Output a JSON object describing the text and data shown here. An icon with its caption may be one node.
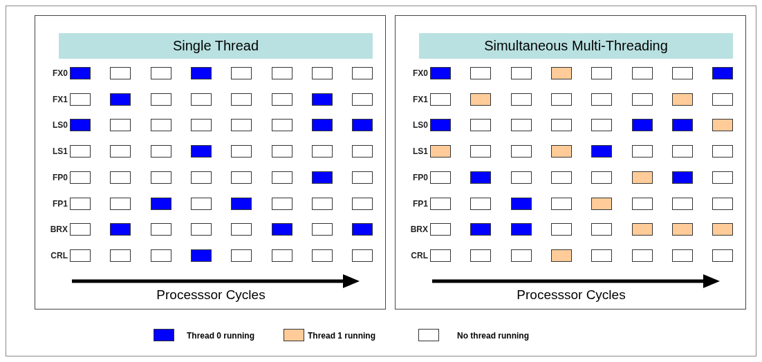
{
  "diagram": {
    "nodes": [
      {
        "text": [
          "Processsor Cycles"
        ]
      },
      {
        "text": [
          "Single Thread"
        ],
        "in": 0
      },
      {
        "text": [],
        "shape": "box",
        "in": 0
      },
      {
        "text": [],
        "shape": "box",
        "in": 0
      },
      {
        "text": [],
        "shape": "box",
        "in": 0
      },
      {
        "text": [],
        "shape": "box",
        "in": 0
      },
      {
        "text": [],
        "shape": "box",
        "in": 0
      },
      {
        "text": [],
        "shape": "box",
        "in": 0
      },
      {
        "text": [],
        "shape": "box",
        "in": 0
      },
      {
        "text": [],
        "shape": "box",
        "in": 0
      },
      {
        "text": [],
        "shape": "box",
        "in": 0
      },
      {
        "text": [],
        "shape": "box",
        "in": 0
      },
      {
        "text": [],
        "shape": "box",
        "in": 0
      },
      {
        "text": [],
        "shape": "box",
        "in": 0
      },
      {
        "text": [],
        "shape": "box",
        "in": 0
      },
      {
        "text": [],
        "shape": "box",
        "in": 0
      },
      {
        "text": [],
        "shape": "box",
        "in": 0
      },
      {
        "text": [],
        "shape": "box",
        "in": 0
      },
      {
        "text": [],
        "shape": "box",
        "in": 0
      },
      {
        "text": [],
        "shape": "box",
        "in": 0
      },
      {
        "text": [],
        "shape": "box",
        "in": 0
      },
      {
        "text": [],
        "shape": "box",
        "in": 0
      },
      {
        "text": [],
        "shape": "box",
        "in": 0
      },
      {
        "text": [],
        "shape": "box",
        "in": 0
      },
      {
        "text": [],
        "shape": "box",
        "in": 0
      },
      {
        "text": [],
        "shape": "box",
        "in": 0
      },
      {
        "text": [],
        "shape": "box",
        "in": 0
      },
      {
        "text": [],
        "shape": "box",
        "in": 0
      },
      {
        "text": [],
        "shape": "box",
        "in": 0
      },
      {
        "text": [],
        "shape": "box",
        "in": 0
      },
      {
        "text": [],
        "shape": "box",
        "in": 0
      },
      {
        "text": [],
        "shape": "box",
        "in": 0
      },
      {
        "text": [],
        "shape": "box",
        "in": 0
      },
      {
        "text": [],
        "shape": "box",
        "in": 0
      },
      {
        "text": [],
        "shape": "box",
        "in": 0
      },
      {
        "text": [],
        "shape": "box",
        "in": 0
      },
      {
        "text": [],
        "shape": "box",
        "in": 0
      },
      {
        "text": [],
        "shape": "box",
        "in": 0
      },
      {
        "text": [],
        "shape": "box",
        "in": 0
      },
      {
        "text": [],
        "shape": "box",
        "in": 0
      },
      {
        "text": [],
        "shape": "box",
        "in": 0
      },
      {
        "text": [],
        "shape": "box",
        "in": 0
      },
      {
        "text": [],
        "shape": "box",
        "in": 0
      },
      {
        "text": [],
        "shape": "box",
        "in": 0
      },
      {
        "text": [],
        "shape": "box",
        "in": 0
      },
      {
        "text": [],
        "shape": "box",
        "in": 0
      },
      {
        "text": [],
        "shape": "box",
        "in": 0
      },
      {
        "text": [],
        "shape": "box",
        "in": 0
      },
      {
        "text": [],
        "shape": "box",
        "in": 0
      },
      {
        "text": [],
        "shape": "box",
        "in": 0
      },
      {
        "text": [],
        "shape": "box",
        "in": 0
      },
      {
        "text": [],
        "shape": "box",
        "in": 0
      },
      {
        "text": [],
        "shape": "box",
        "in": 0
      },
      {
        "text": [],
        "shape": "box",
        "in": 0
      },
      {
        "text": [],
        "shape": "box",
        "in": 0
      },
      {
        "text": [],
        "shape": "box",
        "in": 0
      },
      {
        "text": [],
        "shape": "box",
        "in": 0
      },
      {
        "text": [],
        "shape": "box",
        "in": 0
      },
      {
        "text": [],
        "shape": "box",
        "in": 0
      },
      {
        "text": [],
        "shape": "box",
        "in": 0
      },
      {
        "text": [],
        "shape": "box",
        "in": 0
      },
      {
        "text": [],
        "shape": "box",
        "in": 0
      },
      {
        "text": [],
        "shape": "box",
        "in": 0
      },
      {
        "text": [],
        "shape": "box",
        "in": 0
      },
      {
        "text": [],
        "shape": "box",
        "in": 0
      },
      {
        "text": [],
        "shape": "box",
        "in": 0
      },
      {
        "text": [
          "Processsor Cycles"
        ]
      },
      {
        "text": [
          "Simultaneous Multi-Threading"
        ],
        "in": 66
      },
      {
        "text": [],
        "shape": "box",
        "in": 66
      },
      {
        "text": [],
        "shape": "box",
        "in": 66
      },
      {
        "text": [],
        "shape": "box",
        "in": 66
      },
      {
        "text": [],
        "shape": "box",
        "in": 66
      },
      {
        "text": [],
        "shape": "box",
        "in": 66
      },
      {
        "text": [],
        "shape": "box",
        "in": 66
      },
      {
        "text": [],
        "shape": "box",
        "in": 66
      },
      {
        "text": [],
        "shape": "box",
        "in": 66
      },
      {
        "text": [],
        "shape": "box",
        "in": 66
      },
      {
        "text": [],
        "shape": "box",
        "in": 66
      },
      {
        "text": [],
        "shape": "box",
        "in": 66
      },
      {
        "text": [],
        "shape": "box",
        "in": 66
      },
      {
        "text": [],
        "shape": "box",
        "in": 66
      },
      {
        "text": [],
        "shape": "box",
        "in": 66
      },
      {
        "text": [],
        "shape": "box",
        "in": 66
      },
      {
        "text": [],
        "shape": "box",
        "in": 66
      },
      {
        "text": [],
        "shape": "box",
        "in": 66
      },
      {
        "text": [],
        "shape": "box",
        "in": 66
      },
      {
        "text": [],
        "shape": "box",
        "in": 66
      },
      {
        "text": [],
        "shape": "box",
        "in": 66
      },
      {
        "text": [],
        "shape": "box",
        "in": 66
      },
      {
        "text": [],
        "shape": "box",
        "in": 66
      },
      {
        "text": [],
        "shape": "box",
        "in": 66
      },
      {
        "text": [],
        "shape": "box",
        "in": 66
      },
      {
        "text": [],
        "shape": "box",
        "in": 66
      },
      {
        "text": [],
        "shape": "box",
        "in": 66
      },
      {
        "text": [],
        "shape": "box",
        "in": 66
      },
      {
        "text": [],
        "shape": "box",
        "in": 66
      },
      {
        "text": [],
        "shape": "box",
        "in": 66
      },
      {
        "text": [],
        "shape": "box",
        "in": 66
      },
      {
        "text": [],
        "shape": "box",
        "in": 66
      },
      {
        "text": [],
        "shape": "box",
        "in": 66
      },
      {
        "text": [],
        "shape": "box",
        "in": 66
      },
      {
        "text": [],
        "shape": "box",
        "in": 66
      },
      {
        "text": [],
        "shape": "box",
        "in": 66
      },
      {
        "text": [],
        "shape": "box",
        "in": 66
      },
      {
        "text": [],
        "shape": "box",
        "in": 66
      },
      {
        "text": [],
        "shape": "box",
        "in": 66
      },
      {
        "text": [],
        "shape": "box",
        "in": 66
      },
      {
        "text": [],
        "shape": "box",
        "in": 66
      },
      {
        "text": [],
        "shape": "box",
        "in": 66
      },
      {
        "text": [],
        "shape": "box",
        "in": 66
      },
      {
        "text": [],
        "shape": "box",
        "in": 66
      },
      {
        "text": [],
        "shape": "box",
        "in": 66
      },
      {
        "text": [],
        "shape": "box",
        "in": 66
      },
      {
        "text": [],
        "shape": "box",
        "in": 66
      },
      {
        "text": [],
        "shape": "box",
        "in": 66
      },
      {
        "text": [],
        "shape": "box",
        "in": 66
      },
      {
        "text": [],
        "shape": "box",
        "in": 66
      },
      {
        "text": [],
        "shape": "box",
        "in": 66
      },
      {
        "text": [],
        "shape": "box",
        "in": 66
      },
      {
        "text": [],
        "shape": "box",
        "in": 66
      },
      {
        "text": [],
        "shape": "box",
        "in": 66
      },
      {
        "text": [],
        "shape": "box",
        "in": 66
      },
      {
        "text": [],
        "shape": "box",
        "in": 66
      },
      {
        "text": [],
        "shape": "box",
        "in": 66
      },
      {
        "text": [],
        "shape": "box",
        "in": 66
      },
      {
        "text": [],
        "shape": "box",
        "in": 66
      },
      {
        "text": [],
        "shape": "box",
        "in": 66
      },
      {
        "text": [],
        "shape": "box",
        "in": 66
      },
      {
        "text": [],
        "shape": "box",
        "in": 66
      },
      {
        "text": [],
        "shape": "box",
        "in": 66
      },
      {
        "text": [],
        "shape": "box",
        "in": 66
      },
      {
        "text": [],
        "shape": "box",
        "in": 66
      }
    ],
    "labels": [
      "FX0",
      "FX0",
      "FX1",
      "FX1",
      "LS0",
      "LS0",
      "LS1",
      "LS1",
      "FP0",
      "FP0",
      "FP1",
      "FP1",
      "BRX",
      "BRX",
      "CRL",
      "CRL"
    ],
    "legend": [
      {
        "text": "Thread 0 running",
        "color": "#0000ff"
      },
      {
        "text": "Thread 1 running",
        "color": "#ffcc99"
      },
      {
        "text": "No thread running",
        "color": "#ffffff"
      }
    ]
  }
}
